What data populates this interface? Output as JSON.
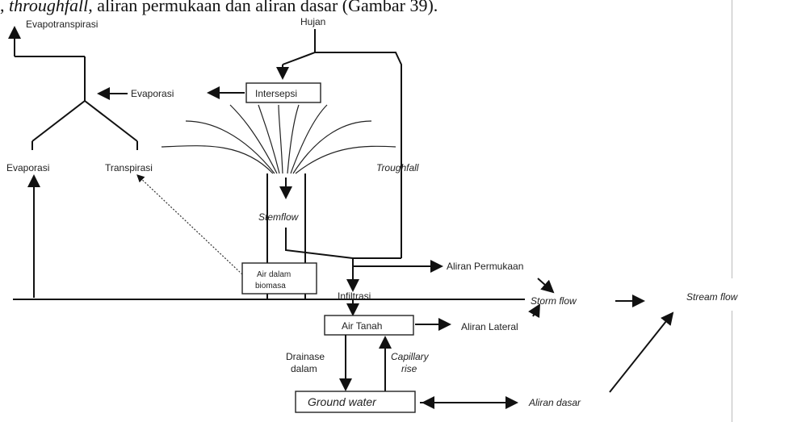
{
  "caption": {
    "prefix": ", ",
    "italic": "throughfall",
    "rest": ", aliran permukaan dan aliran dasar (Gambar 39)."
  },
  "labels": {
    "evapotranspirasi": "Evapotranspirasi",
    "hujan": "Hujan",
    "evaporasi_top": "Evaporasi",
    "intersepsi": "Intersepsi",
    "evaporasi": "Evaporasi",
    "transpirasi": "Transpirasi",
    "troughfall": "Troughfall",
    "stemflow": "Stemflow",
    "air_dalam_line1": "Air dalam",
    "air_dalam_line2": "biomasa",
    "aliran_permukaan": "Aliran Permukaan",
    "infiltrasi": "Infiltrasi",
    "storm_flow": "Storm flow",
    "stream_flow": "Stream flow",
    "air_tanah": "Air Tanah",
    "aliran_lateral": "Aliran Lateral",
    "drainase_line1": "Drainase",
    "drainase_line2": "dalam",
    "capillary_line1": "Capillary",
    "capillary_line2": "rise",
    "ground_water": "Ground water",
    "aliran_dasar": "Aliran dasar"
  }
}
